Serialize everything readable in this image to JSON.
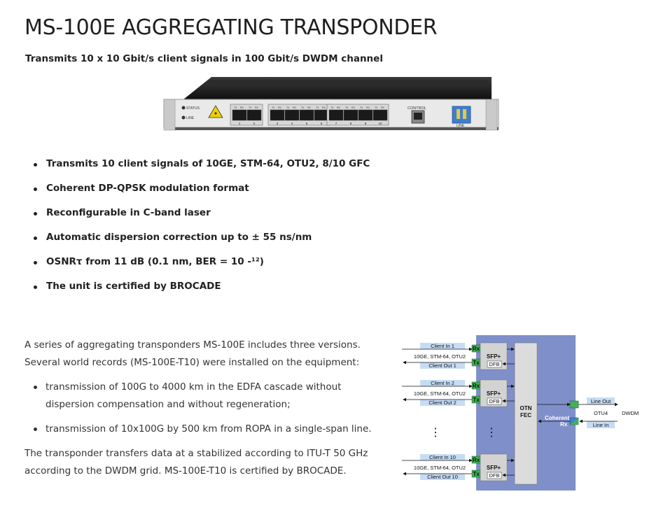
{
  "page": {
    "title": "MS-100E AGGREGATING TRANSPONDER",
    "subtitle": "Transmits 10 x 10 Gbit/s client signals in 100 Gbit/s DWDM channel"
  },
  "device": {
    "status_label": "STATUS",
    "line_label": "LINE",
    "control_label": "CONTROL",
    "line_port_label": "LINE",
    "port_numbers": [
      "1",
      "2",
      "3",
      "4",
      "5",
      "6",
      "7",
      "8",
      "9",
      "10"
    ],
    "tx_label": "TX",
    "rx_label": "RX",
    "panel_color": "#e9e9e9",
    "line_port_color": "#3f7fd0"
  },
  "features": [
    "Transmits 10 client signals of 10GE, STM-64, OTU2, 8/10 GFC",
    "Coherent DP-QPSK modulation format",
    "Reconfigurable in C-band laser",
    "Automatic dispersion correction up to ± 55 ns/nm",
    "OSNRτ from 11 dB (0.1 nm, BER = 10 -¹²)",
    "The unit is certified by BROCADE"
  ],
  "description": {
    "intro": "A series of aggregating transponders MS-100E includes three versions. Several world records (MS-100E-T10) were installed on the equipment:",
    "records": [
      "transmission of 100G to 4000 km in the EDFA cascade without dispersion compensation and without regeneration;",
      "transmission of 10x100G by 500 km from ROPA in a single-span line."
    ],
    "outro": "The transponder transfers data at a stabilized according to ITU-T 50 GHz according to the DWDM grid. MS-100E-T10 is certified by BROCADE."
  },
  "diagram": {
    "clients": [
      {
        "in": "Client In 1",
        "protocols": "10GE, STM-64, OTU2",
        "out": "Client Out 1"
      },
      {
        "in": "Client In 2",
        "protocols": "10GE, STM-64, OTU2",
        "out": "Client Out 2"
      },
      {
        "in": "Client In 10",
        "protocols": "10GE, STM-64, OTU2",
        "out": "Client Out 10"
      }
    ],
    "rx": "Rx",
    "tx": "Tx",
    "sfp": "SFP+",
    "dfb": "DFB",
    "otn_line1": "OTN",
    "otn_line2": "FEC",
    "coherent_line1": "Coherent",
    "coherent_line2": "Rx",
    "otu4": "OTU4",
    "line_out": "Line Out",
    "line_in": "Line In",
    "dwdm": "DWDM",
    "ellipsis": "⋮",
    "colors": {
      "board": "#7f8fc9",
      "label_bg": "#c6dcf5",
      "rx_tx": "#3fb34f",
      "sfp": "#d3d3d3",
      "otn": "#dcdcdc"
    }
  }
}
